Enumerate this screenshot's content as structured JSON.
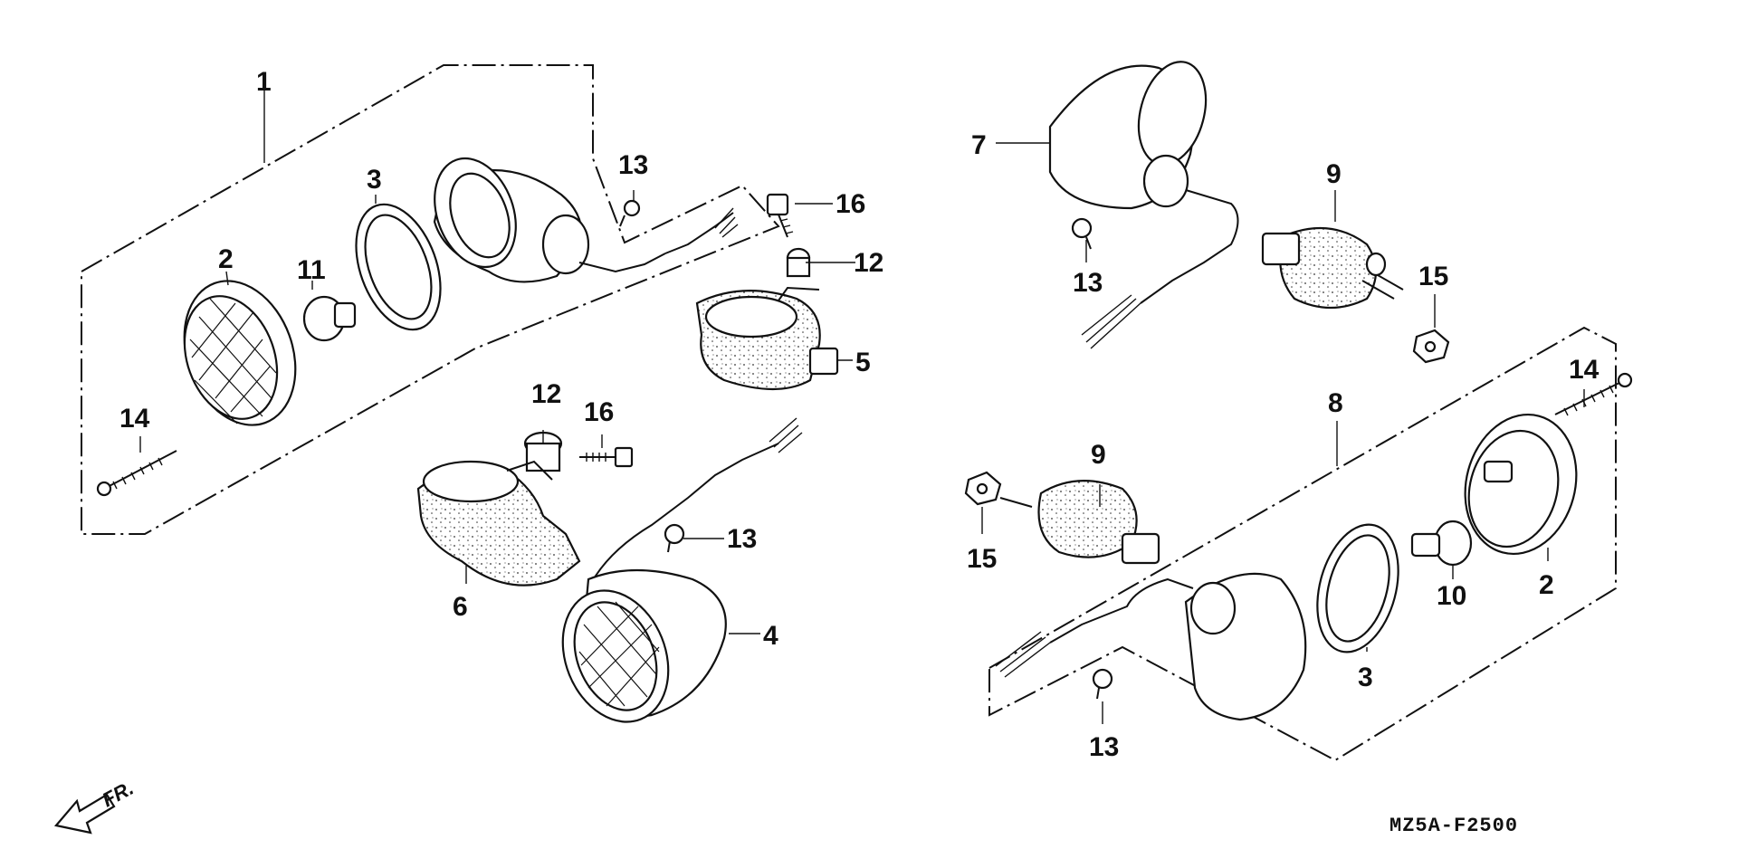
{
  "diagram": {
    "code": "MZ5A-F2500",
    "direction_label": "FR.",
    "callouts": [
      {
        "id": "c1",
        "text": "1"
      },
      {
        "id": "c2a",
        "text": "2"
      },
      {
        "id": "c3a",
        "text": "3"
      },
      {
        "id": "c11",
        "text": "11"
      },
      {
        "id": "c14a",
        "text": "14"
      },
      {
        "id": "c13a",
        "text": "13"
      },
      {
        "id": "c16a",
        "text": "16"
      },
      {
        "id": "c12a",
        "text": "12"
      },
      {
        "id": "c5",
        "text": "5"
      },
      {
        "id": "c12b",
        "text": "12"
      },
      {
        "id": "c16b",
        "text": "16"
      },
      {
        "id": "c13b",
        "text": "13"
      },
      {
        "id": "c6",
        "text": "6"
      },
      {
        "id": "c4",
        "text": "4"
      },
      {
        "id": "c7",
        "text": "7"
      },
      {
        "id": "c13c",
        "text": "13"
      },
      {
        "id": "c9a",
        "text": "9"
      },
      {
        "id": "c15a",
        "text": "15"
      },
      {
        "id": "c8",
        "text": "8"
      },
      {
        "id": "c14b",
        "text": "14"
      },
      {
        "id": "c9b",
        "text": "9"
      },
      {
        "id": "c15b",
        "text": "15"
      },
      {
        "id": "c2b",
        "text": "2"
      },
      {
        "id": "c10",
        "text": "10"
      },
      {
        "id": "c3b",
        "text": "3"
      },
      {
        "id": "c13d",
        "text": "13"
      }
    ]
  }
}
